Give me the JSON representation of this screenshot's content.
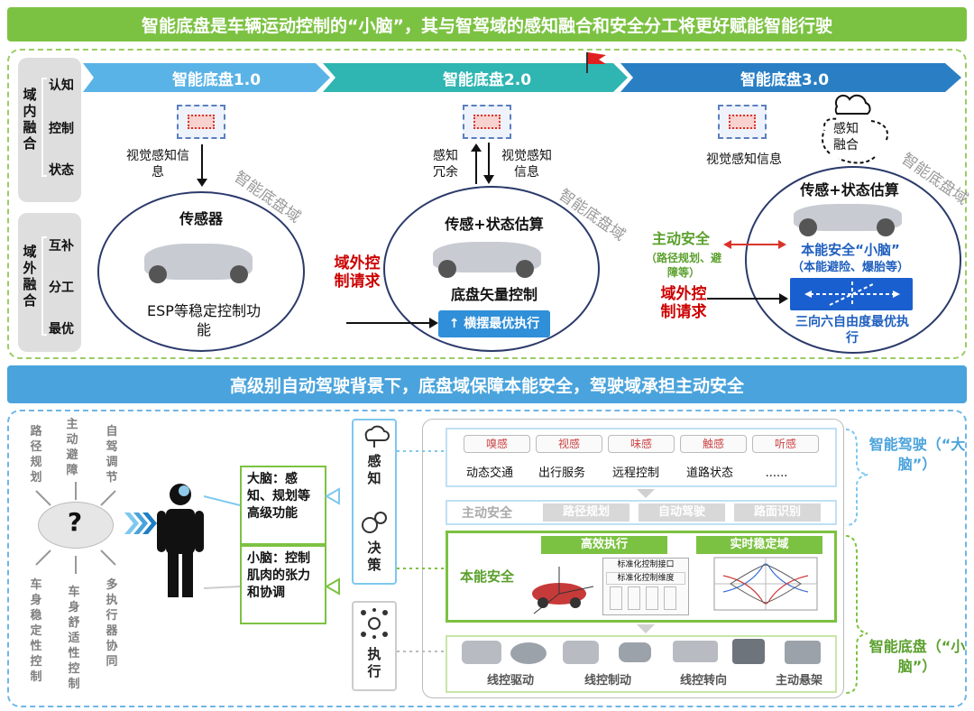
{
  "top_banner": "智能底盘是车辆运动控制的“小脑”，其与智驾域的感知融合和安全分工将更好赋能智能行驶",
  "mid_banner": "高级别自动驾驶背景下，底盘域保障本能安全，驾驶域承担主动安全",
  "left": {
    "in_domain": "域内融合",
    "in_items": [
      "认知",
      "控制",
      "状态"
    ],
    "out_domain": "域外融合",
    "out_items": [
      "互补",
      "分工",
      "最优"
    ]
  },
  "stages": [
    "智能底盘1.0",
    "智能底盘2.0",
    "智能底盘3.0"
  ],
  "stage1": {
    "visual": "视觉感知信息",
    "sensor": "传感器",
    "esp": "ESP等稳定控制功能",
    "domain": "智能底盘域"
  },
  "stage2": {
    "redundant": "感知冗余",
    "visual": "视觉感知信息",
    "sensor_est": "传感+状态估算",
    "vector": "底盘矢量控制",
    "lateral": "横摆最优执行",
    "domain": "智能底盘域",
    "ext_request": "域外控制请求"
  },
  "stage3": {
    "visual": "视觉感知信息",
    "fusion": "感知融合",
    "sensor_est": "传感+状态估算",
    "active_safety": "主动安全",
    "active_sub": "（路径规划、避障等）",
    "instinct": "本能安全“小脑”",
    "instinct_sub": "（本能避险、爆胎等）",
    "six_dof": "三向六自由度最优执行",
    "domain": "智能底盘域",
    "ext_request": "域外控制请求"
  },
  "bottom_left": {
    "top_labels": [
      "路径规划",
      "主动避障",
      "自驾调节"
    ],
    "bottom_labels": [
      "车身稳定性控制",
      "车身舒适性控制",
      "多执行器协同"
    ],
    "question": "?"
  },
  "brain": {
    "big": "大脑：感知、规划等高级功能",
    "small": "小脑：控制肌肉的张力和协调"
  },
  "phases": [
    "感知",
    "决策",
    "执行"
  ],
  "senses": [
    "嗅感",
    "视感",
    "味感",
    "触感",
    "听感"
  ],
  "services": [
    "动态交通",
    "出行服务",
    "远程控制",
    "道路状态",
    "......"
  ],
  "active_row": {
    "label": "主动安全",
    "items": [
      "路径规划",
      "自动驾驶",
      "路面识别"
    ]
  },
  "instinct_box": {
    "label": "本能安全",
    "efficient": "高效执行",
    "realtime": "实时稳定域",
    "interface": "标准化控制接口",
    "dims": "标准化控制维度"
  },
  "actuators": [
    "线控驱动",
    "线控制动",
    "线控转向",
    "主动悬架"
  ],
  "right_labels": {
    "smart_driving": "智能驾驶（“大脑”）",
    "smart_chassis": "智能底盘（“小脑”）"
  },
  "colors": {
    "green": "#7cc242",
    "blue": "#4aa3dc",
    "red": "#cc0000"
  }
}
